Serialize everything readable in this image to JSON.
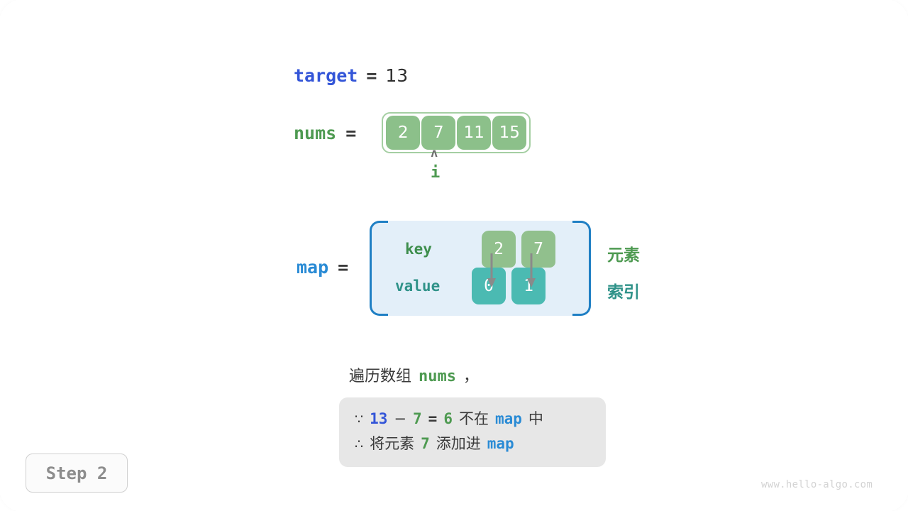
{
  "variables": {
    "target": {
      "name": "target",
      "eq": "=",
      "value": "13"
    },
    "nums": {
      "name": "nums",
      "eq": "=",
      "cells": [
        "2",
        "7",
        "11",
        "15"
      ]
    },
    "map": {
      "name": "map",
      "eq": "="
    }
  },
  "pointer": {
    "caret": "ʌ",
    "label": "i",
    "index": 1
  },
  "map_table": {
    "key_label": "key",
    "value_label": "value",
    "entries": [
      {
        "key": "2",
        "value": "0"
      },
      {
        "key": "7",
        "value": "1"
      }
    ]
  },
  "legend": {
    "element": "元素",
    "index": "索引"
  },
  "caption": {
    "prefix": "遍历数组",
    "code": "nums",
    "suffix": "，"
  },
  "conclusion": {
    "line1": {
      "symbol": "∵",
      "a": "13",
      "minus": "−",
      "b": "7",
      "eq": "=",
      "result": "6",
      "text_mid": "不在",
      "target_name": "map",
      "text_end": "中"
    },
    "line2": {
      "symbol": "∴",
      "text_start": "将元素",
      "value": "7",
      "text_mid": "添加进",
      "target_name": "map"
    }
  },
  "step": {
    "label": "Step 2"
  },
  "watermark": {
    "text": "www.hello-algo.com"
  },
  "colors": {
    "target_blue": "#3355d8",
    "map_blue": "#2a8bd5",
    "nums_green": "#4e9a51",
    "cell_green": "#8cc08a",
    "key_green": "#91c08d",
    "value_teal": "#4bbab2",
    "map_box_bg": "#e3eff9",
    "map_box_border": "#1f7fc4",
    "conclusion_bg": "#e7e7e7",
    "arrow_grey": "#8a8a8a"
  }
}
